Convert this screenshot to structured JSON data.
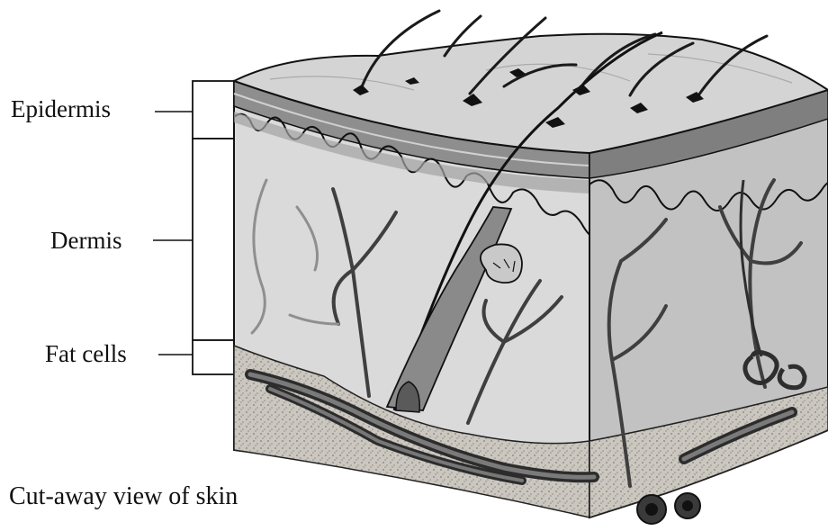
{
  "labels": {
    "epidermis": "Epidermis",
    "dermis": "Dermis",
    "fat_cells": "Fat cells"
  },
  "caption": "Cut-away view of skin",
  "colors": {
    "surface": "#d4d4d4",
    "epidermis_band": "#8e8e8e",
    "dermis": "#d9d9d9",
    "dermis_side": "#bdbdbd",
    "fat_layer": "#c8c4bc",
    "vessels": "#4a4a4a",
    "hair": "#1a1a1a",
    "outline": "#111111"
  }
}
